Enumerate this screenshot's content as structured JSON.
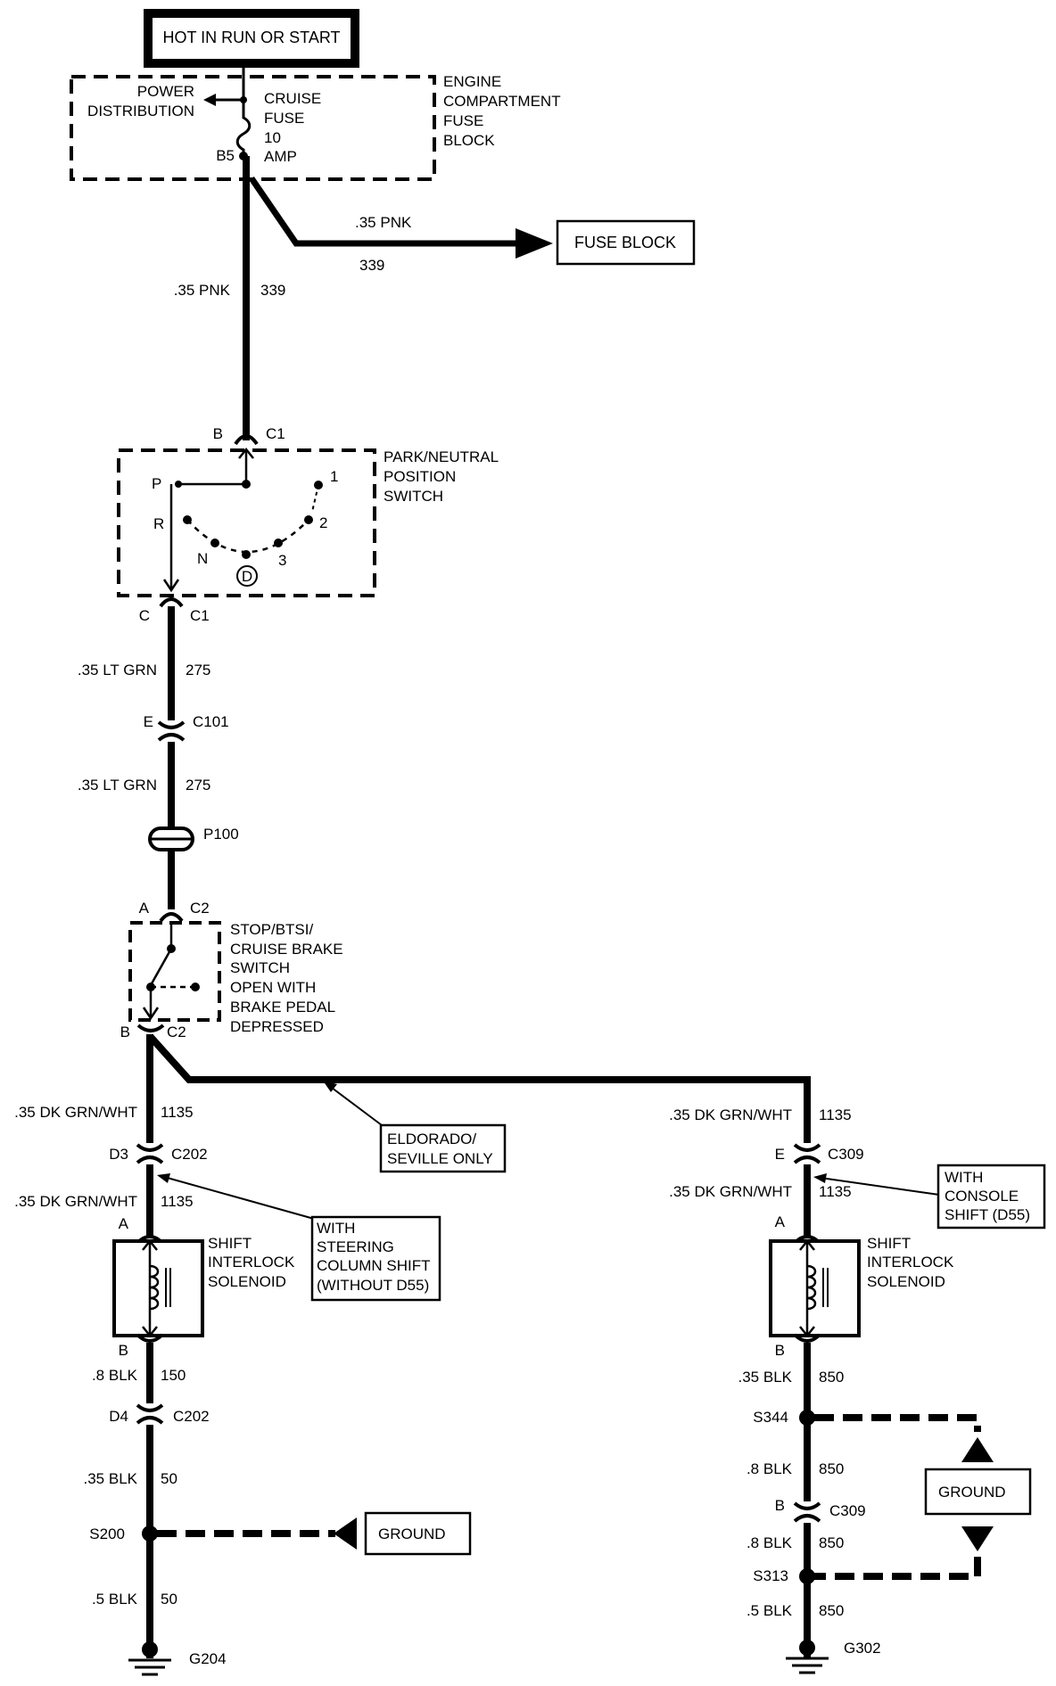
{
  "diagram": {
    "colors": {
      "wire": "#000000",
      "background": "#ffffff"
    },
    "power_source": "HOT IN RUN OR START",
    "fuse_block": {
      "name": [
        "ENGINE",
        "COMPARTMENT",
        "FUSE",
        "BLOCK"
      ],
      "power_distribution": [
        "POWER",
        "DISTRIBUTION"
      ],
      "fuse": [
        "CRUISE",
        "FUSE",
        "10",
        "AMP"
      ],
      "terminal": "B5"
    },
    "fuse_block_branch": {
      "destination": "FUSE BLOCK",
      "wire": ".35 PNK",
      "circuit": "339"
    },
    "main_feed": {
      "wire": ".35 PNK",
      "circuit": "339"
    },
    "park_neutral_switch": {
      "name": [
        "PARK/NEUTRAL",
        "POSITION",
        "SWITCH"
      ],
      "in_pin": "B",
      "in_connector": "C1",
      "out_pin": "C",
      "out_connector": "C1",
      "positions": [
        "P",
        "R",
        "N",
        "D",
        "3",
        "2",
        "1"
      ]
    },
    "wire_275_a": {
      "wire": ".35 LT GRN",
      "circuit": "275"
    },
    "connector_c101": {
      "pin": "E",
      "name": "C101"
    },
    "wire_275_b": {
      "wire": ".35 LT GRN",
      "circuit": "275"
    },
    "pass_through": "P100",
    "brake_switch": {
      "name": [
        "STOP/BTSI/",
        "CRUISE BRAKE",
        "SWITCH",
        "OPEN WITH",
        "BRAKE PEDAL",
        "DEPRESSED"
      ],
      "in_pin": "A",
      "in_connector": "C2",
      "out_pin": "B",
      "out_connector": "C2"
    },
    "eldorado_note": [
      "ELDORADO/",
      "SEVILLE ONLY"
    ],
    "left_branch": {
      "wire_1": {
        "wire": ".35 DK GRN/WHT",
        "circuit": "1135"
      },
      "connector_1": {
        "pin": "D3",
        "name": "C202"
      },
      "wire_2": {
        "wire": ".35 DK GRN/WHT",
        "circuit": "1135"
      },
      "note": [
        "WITH",
        "STEERING",
        "COLUMN SHIFT",
        "(WITHOUT D55)"
      ],
      "solenoid": {
        "name": [
          "SHIFT",
          "INTERLOCK",
          "SOLENOID"
        ],
        "pin_in": "A",
        "pin_out": "B"
      },
      "wire_3": {
        "wire": ".8 BLK",
        "circuit": "150"
      },
      "connector_2": {
        "pin": "D4",
        "name": "C202"
      },
      "wire_4": {
        "wire": ".35 BLK",
        "circuit": "50"
      },
      "splice": "S200",
      "ground_label": "GROUND",
      "wire_5": {
        "wire": ".5 BLK",
        "circuit": "50"
      },
      "ground_point": "G204"
    },
    "right_branch": {
      "wire_1": {
        "wire": ".35 DK GRN/WHT",
        "circuit": "1135"
      },
      "connector_1": {
        "pin": "E",
        "name": "C309"
      },
      "wire_2": {
        "wire": ".35 DK GRN/WHT",
        "circuit": "1135"
      },
      "note": [
        "WITH",
        "CONSOLE",
        "SHIFT (D55)"
      ],
      "solenoid": {
        "name": [
          "SHIFT",
          "INTERLOCK",
          "SOLENOID"
        ],
        "pin_in": "A",
        "pin_out": "B"
      },
      "wire_3": {
        "wire": ".35 BLK",
        "circuit": "850"
      },
      "splice_1": "S344",
      "wire_4": {
        "wire": ".8 BLK",
        "circuit": "850"
      },
      "connector_2": {
        "pin": "B",
        "name": "C309"
      },
      "wire_5": {
        "wire": ".8 BLK",
        "circuit": "850"
      },
      "splice_2": "S313",
      "wire_6": {
        "wire": ".5 BLK",
        "circuit": "850"
      },
      "ground_label": "GROUND",
      "ground_point": "G302"
    }
  }
}
